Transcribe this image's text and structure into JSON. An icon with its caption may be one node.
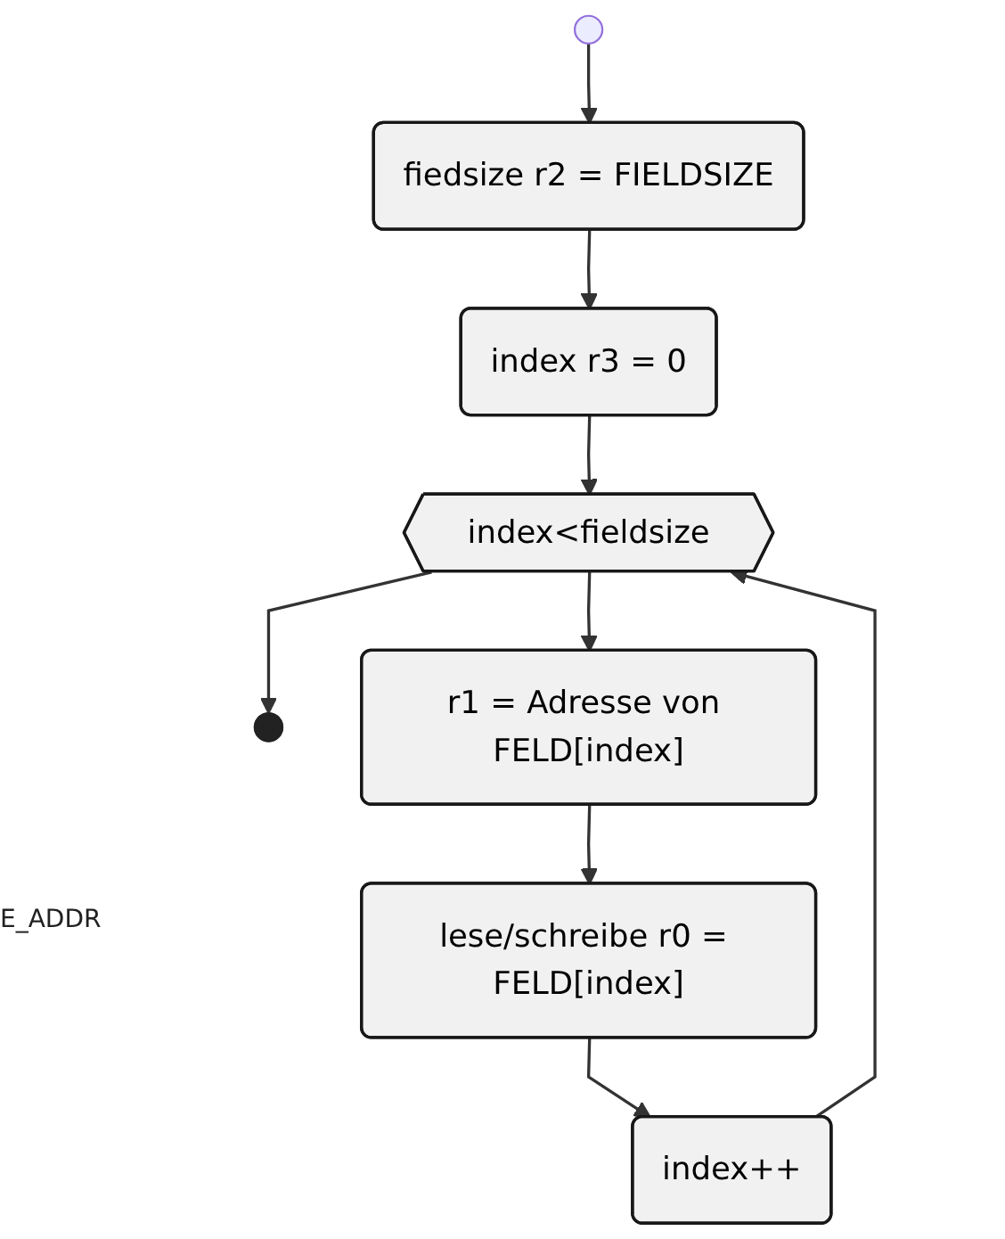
{
  "diagram": {
    "nodes": [
      {
        "text": [],
        "shape": "circle"
      },
      {
        "text": [
          "fiedsize r2 = FIELDSIZE"
        ]
      },
      {
        "text": [
          "index r3 = 0"
        ]
      },
      {
        "text": [
          "index<fieldsize"
        ]
      },
      {
        "text": [],
        "shape": "circle"
      },
      {
        "text": [
          "r1 = Adresse von FELD[index]"
        ]
      },
      {
        "text": [
          "lese/schreibe r0 = FELD[index]"
        ]
      },
      {
        "text": [
          "index++"
        ]
      }
    ],
    "edges": [
      {
        "from": 0,
        "to": 1,
        "arrow": "to"
      },
      {
        "from": 1,
        "to": 2,
        "arrow": "to"
      },
      {
        "from": 2,
        "to": 3,
        "arrow": "to"
      },
      {
        "from": 3,
        "to": 4,
        "arrow": "to"
      },
      {
        "from": 3,
        "to": 5,
        "arrow": "to"
      },
      {
        "from": 5,
        "to": 6,
        "arrow": "to"
      },
      {
        "from": 6,
        "to": 7,
        "arrow": "to"
      },
      {
        "from": 7,
        "to": 3,
        "arrow": "to"
      }
    ],
    "labels": [
      "E_ADDR"
    ]
  }
}
